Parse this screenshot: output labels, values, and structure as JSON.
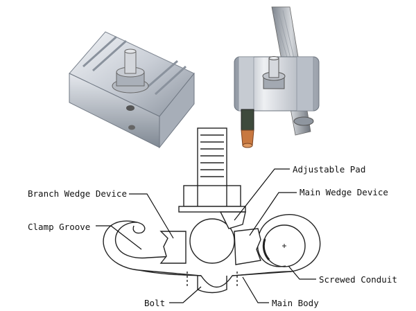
{
  "photos": {
    "left_alt": "aluminum parallel groove clamp",
    "right_alt": "clamp installed on stranded cable with copper branch wire"
  },
  "labels": {
    "adjustable_pad": "Adjustable Pad",
    "branch_wedge_device": "Branch Wedge Device",
    "main_wedge_device": "Main Wedge Device",
    "clamp_groove": "Clamp Groove",
    "screwed_conduit": "Screwed Conduit",
    "bolt": "Bolt",
    "main_body": "Main Body"
  },
  "colors": {
    "aluminum_light": "#d9dde3",
    "aluminum_dark": "#9aa2ad",
    "copper": "#c87840",
    "line": "#222222"
  }
}
